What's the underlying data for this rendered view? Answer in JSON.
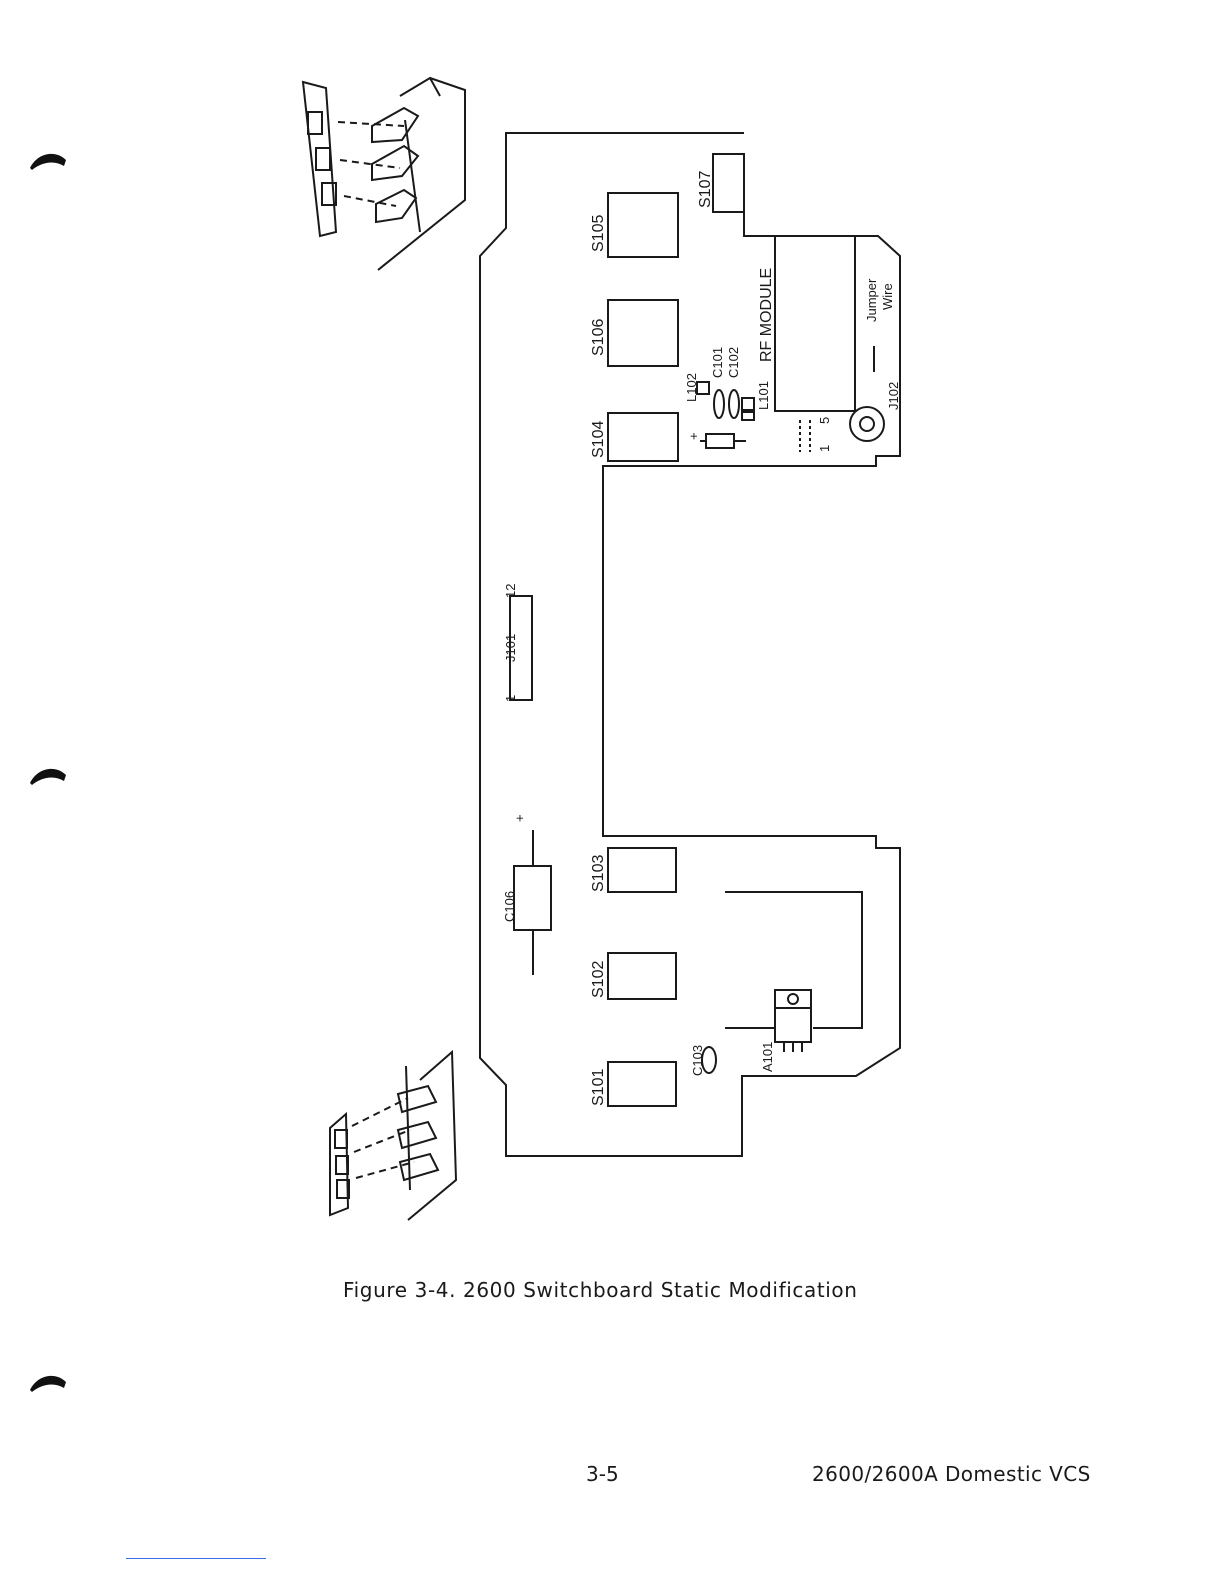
{
  "figure": {
    "caption": "Figure 3-4.  2600 Switchboard Static Modification",
    "labels": {
      "s105": "S105",
      "s106": "S106",
      "s104": "S104",
      "s107": "S107",
      "s103": "S103",
      "s102": "S102",
      "s101": "S101",
      "l102": "L102",
      "c101": "C101",
      "c102": "C102",
      "l101": "L101",
      "rf_module": "RF MODULE",
      "jumper_wire": "Jumper",
      "jumper_wire_2": "Wire",
      "j102": "J102",
      "j101": "J101",
      "j101_pin1": "1",
      "j101_pin12": "12",
      "c106": "C106",
      "c103": "C103",
      "a101": "A101",
      "pin1": "1",
      "pin5": "5",
      "plus": "+"
    }
  },
  "footer": {
    "page_number": "3-5",
    "document_title": "2600/2600A Domestic VCS"
  }
}
